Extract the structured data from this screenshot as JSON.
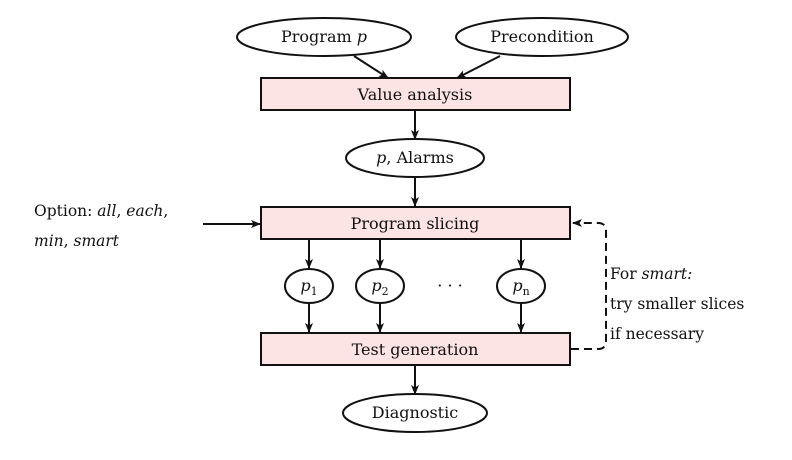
{
  "colors": {
    "box_fill": "#fde4e4",
    "stroke": "#111111",
    "background": "#ffffff"
  },
  "nodes": {
    "program": {
      "label": "Program ",
      "var": "p"
    },
    "precondition": {
      "label": "Precondition"
    },
    "value_analysis": {
      "label": "Value analysis"
    },
    "alarms": {
      "var": "p",
      "label": ", Alarms"
    },
    "program_slicing": {
      "label": "Program slicing"
    },
    "p1": {
      "var": "p",
      "sub": "1"
    },
    "p2": {
      "var": "p",
      "sub": "2"
    },
    "dots": {
      "label": "· · ·"
    },
    "pn": {
      "var": "p",
      "sub": "n"
    },
    "test_generation": {
      "label": "Test generation"
    },
    "diagnostic": {
      "label": "Diagnostic"
    }
  },
  "option_note": {
    "prefix": "Option: ",
    "all": "all",
    "sep1": ", ",
    "each": "each",
    "sep2": ",",
    "min": "min",
    "sep3": ", ",
    "smart": "smart"
  },
  "smart_note": {
    "prefix": "For ",
    "smart": "smart:",
    "line2": "try smaller slices",
    "line3": "if necessary"
  }
}
